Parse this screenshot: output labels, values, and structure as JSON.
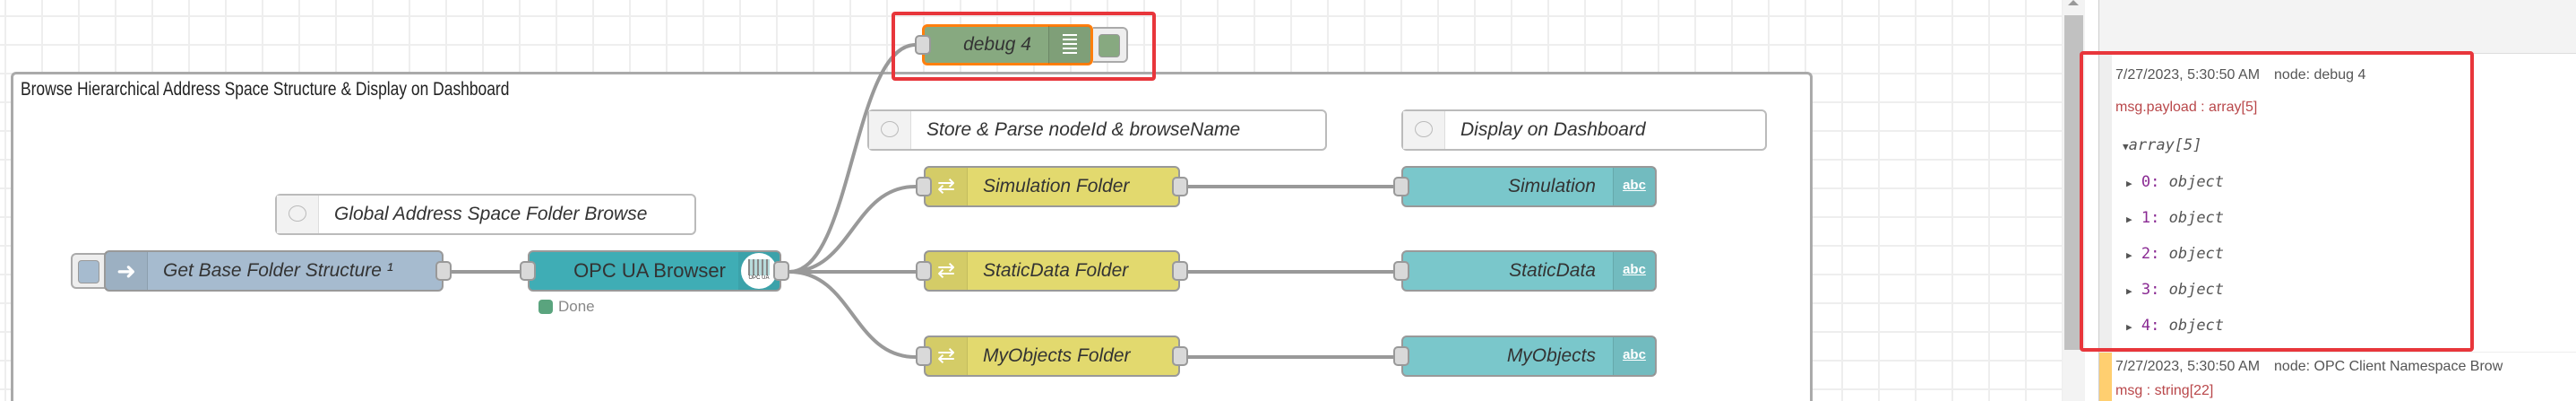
{
  "group": {
    "title": "Browse Hierarchical Address Space Structure & Display on Dashboard"
  },
  "nodes": {
    "debug": {
      "label": "debug 4",
      "color": "#87a980"
    },
    "inject": {
      "label": "Get Base Folder Structure ¹",
      "color": "#a6bbcf"
    },
    "opc": {
      "label": "OPC UA Browser",
      "icon_text": "OPC UA",
      "status": "Done",
      "status_color": "#5aa47e",
      "color": "#3fadb5"
    },
    "comments": [
      {
        "label": "Global Address Space Folder Browse"
      },
      {
        "label": "Store & Parse nodeId & browseName"
      },
      {
        "label": "Display on Dashboard"
      }
    ],
    "changes": [
      {
        "label": "Simulation Folder"
      },
      {
        "label": "StaticData Folder"
      },
      {
        "label": "MyObjects Folder"
      }
    ],
    "texts": [
      {
        "label": "Simulation",
        "icon": "abc"
      },
      {
        "label": "StaticData",
        "icon": "abc"
      },
      {
        "label": "MyObjects",
        "icon": "abc"
      }
    ]
  },
  "debug_sidebar": {
    "messages": [
      {
        "timestamp": "7/27/2023, 5:30:50 AM",
        "node": "node: debug 4",
        "topic": "msg.payload : array[5]",
        "tree_root": "array[5]",
        "items": [
          {
            "key": "0:",
            "value": "object"
          },
          {
            "key": "1:",
            "value": "object"
          },
          {
            "key": "2:",
            "value": "object"
          },
          {
            "key": "3:",
            "value": "object"
          },
          {
            "key": "4:",
            "value": "object"
          }
        ]
      },
      {
        "timestamp": "7/27/2023, 5:30:50 AM",
        "node": "node: OPC Client Namespace Brow",
        "topic": "msg : string[22]"
      }
    ]
  },
  "highlight_color": "#e8363b"
}
